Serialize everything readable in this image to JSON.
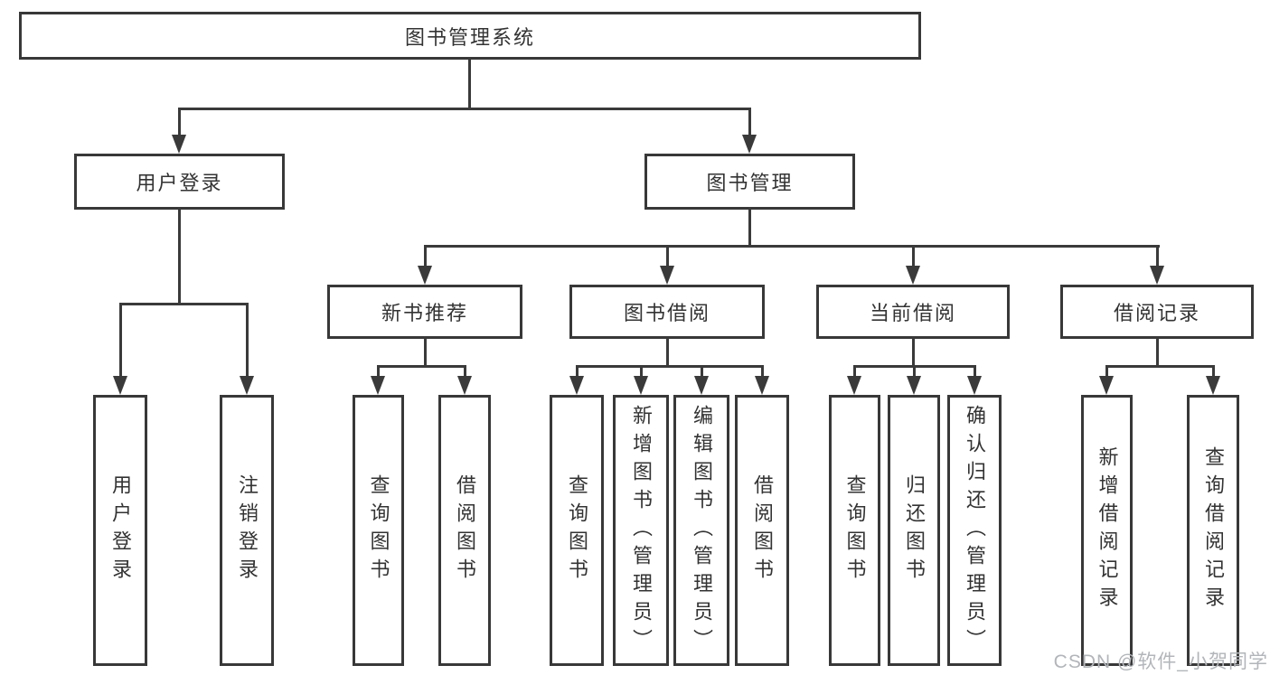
{
  "colors": {
    "line": "#3a3a3a",
    "border": "#383838",
    "text": "#333333",
    "background": "#ffffff",
    "watermark": "#b2b5b9"
  },
  "watermark": "CSDN @软件_小贺同学",
  "tree": {
    "root": {
      "label": "图书管理系统",
      "children": [
        {
          "label": "用户登录",
          "children": [
            {
              "label": "用户登录"
            },
            {
              "label": "注销登录"
            }
          ]
        },
        {
          "label": "图书管理",
          "children": [
            {
              "label": "新书推荐",
              "children": [
                {
                  "label": "查询图书"
                },
                {
                  "label": "借阅图书"
                }
              ]
            },
            {
              "label": "图书借阅",
              "children": [
                {
                  "label": "查询图书"
                },
                {
                  "label": "新增图书（管理员）"
                },
                {
                  "label": "编辑图书（管理员）"
                },
                {
                  "label": "借阅图书"
                }
              ]
            },
            {
              "label": "当前借阅",
              "children": [
                {
                  "label": "查询图书"
                },
                {
                  "label": "归还图书"
                },
                {
                  "label": "确认归还（管理员）"
                }
              ]
            },
            {
              "label": "借阅记录",
              "children": [
                {
                  "label": "新增借阅记录"
                },
                {
                  "label": "查询借阅记录"
                }
              ]
            }
          ]
        }
      ]
    }
  }
}
